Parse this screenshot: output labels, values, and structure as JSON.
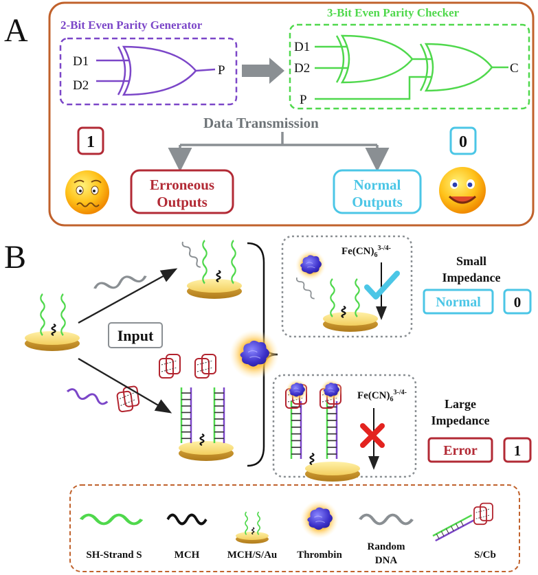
{
  "panel_a": {
    "label": "A",
    "generator": {
      "title": "2-Bit Even Parity Generator",
      "in1": "D1",
      "in2": "D2",
      "out": "P"
    },
    "checker": {
      "title": "3-Bit Even Parity Checker",
      "in1": "D1",
      "in2": "D2",
      "in3": "P",
      "out": "C"
    },
    "transmission": "Data Transmission",
    "erroneous": {
      "line1": "Erroneous",
      "line2": "Outputs",
      "value": "1"
    },
    "normal": {
      "line1": "Normal",
      "line2": "Outputs",
      "value": "0"
    }
  },
  "panel_b": {
    "label": "B",
    "input": "Input",
    "redox_top": {
      "base": "Fe(CN)",
      "sub": "6",
      "sup": "3-/4-"
    },
    "redox_bottom": {
      "base": "Fe(CN)",
      "sub": "6",
      "sup": "3-/4-"
    },
    "small": {
      "line1": "Small",
      "line2": "Impedance",
      "box": "Normal",
      "value": "0"
    },
    "large": {
      "line1": "Large",
      "line2": "Impedance",
      "box": "Error",
      "value": "1"
    }
  },
  "legend": {
    "sh_strand": "SH-Strand  S",
    "mch": "MCH",
    "mch_s_au": "MCH/S/Au",
    "thrombin": "Thrombin",
    "random1": "Random",
    "random2": "DNA",
    "s_cb": "S/Cb"
  },
  "colors": {
    "orange": "#c0612b",
    "purple": "#7b46c8",
    "green": "#4fd84c",
    "red": "#b22a35",
    "cyan": "#4bc6e6",
    "gray": "#8a8f93",
    "gold": "#e9c45c"
  }
}
